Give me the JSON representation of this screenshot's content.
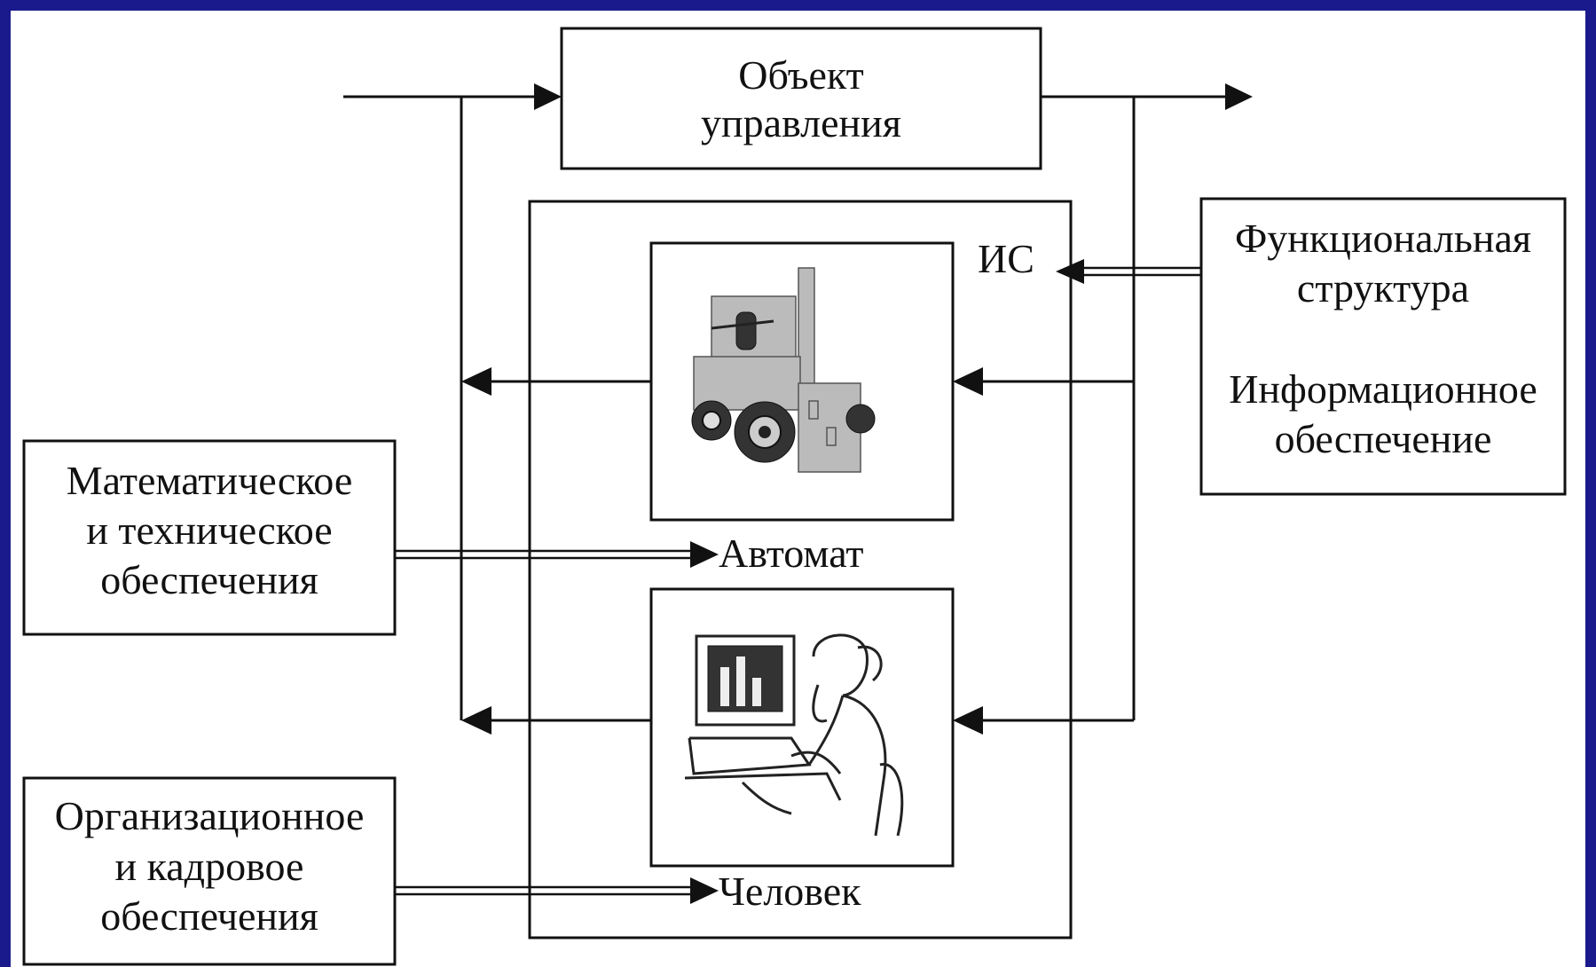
{
  "diagram": {
    "object_box": {
      "line1": "Объект",
      "line2": "управления"
    },
    "is_label": "ИС",
    "right_box": {
      "line1": "Функциональная",
      "line2": "структура",
      "line3": "Информационное",
      "line4": "обеспечение"
    },
    "math_box": {
      "line1": "Математическое",
      "line2": "и техническое",
      "line3": "обеспечения"
    },
    "org_box": {
      "line1": "Организационное",
      "line2": "и кадровое",
      "line3": "обеспечения"
    },
    "automat_label": "Автомат",
    "human_label": "Человек",
    "icons": {
      "automat": "machine-tool-icon",
      "human": "person-at-computer-icon"
    },
    "colors": {
      "slide_border": "#1a1a8c",
      "ink": "#111111",
      "background": "#ffffff"
    }
  }
}
